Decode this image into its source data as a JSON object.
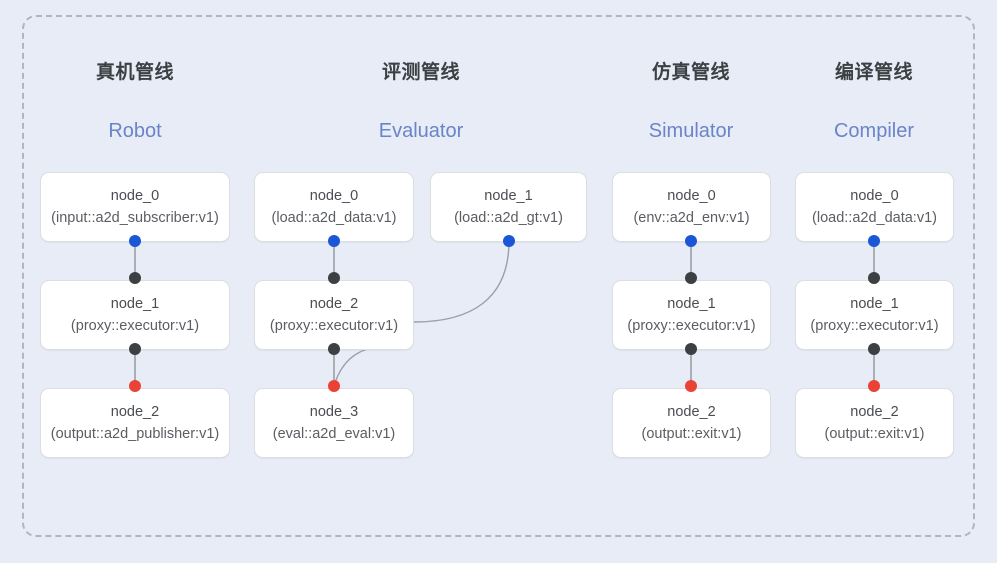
{
  "diagram": {
    "background_color": "#e7ecf6",
    "frame_border_color": "#aeb5c4",
    "card_bg": "#ffffff",
    "accent_blue": "#6a84c8",
    "port_colors": {
      "source": "#1a56d6",
      "relay": "#3c4043",
      "sink": "#ea4335"
    }
  },
  "columns": [
    {
      "key": "robot",
      "title_cn": "真机管线",
      "title_en": "Robot",
      "nodes": [
        {
          "id": "node_0",
          "type": "(input::a2d_subscriber:v1)"
        },
        {
          "id": "node_1",
          "type": "(proxy::executor:v1)"
        },
        {
          "id": "node_2",
          "type": "(output::a2d_publisher:v1)"
        }
      ]
    },
    {
      "key": "evaluator",
      "title_cn": "评测管线",
      "title_en": "Evaluator",
      "nodes": [
        {
          "id": "node_0",
          "type": "(load::a2d_data:v1)"
        },
        {
          "id": "node_1",
          "type": "(load::a2d_gt:v1)"
        },
        {
          "id": "node_2",
          "type": "(proxy::executor:v1)"
        },
        {
          "id": "node_3",
          "type": "(eval::a2d_eval:v1)"
        }
      ]
    },
    {
      "key": "simulator",
      "title_cn": "仿真管线",
      "title_en": "Simulator",
      "nodes": [
        {
          "id": "node_0",
          "type": "(env::a2d_env:v1)"
        },
        {
          "id": "node_1",
          "type": "(proxy::executor:v1)"
        },
        {
          "id": "node_2",
          "type": "(output::exit:v1)"
        }
      ]
    },
    {
      "key": "compiler",
      "title_cn": "编译管线",
      "title_en": "Compiler",
      "nodes": [
        {
          "id": "node_0",
          "type": "(load::a2d_data:v1)"
        },
        {
          "id": "node_1",
          "type": "(proxy::executor:v1)"
        },
        {
          "id": "node_2",
          "type": "(output::exit:v1)"
        }
      ]
    }
  ]
}
